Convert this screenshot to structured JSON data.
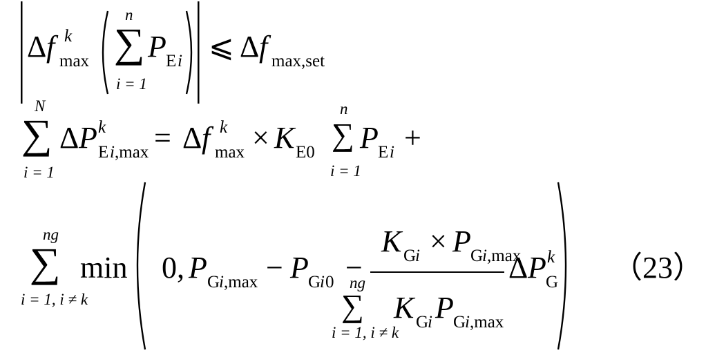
{
  "equation_number": "（23）",
  "line1": {
    "delta": "Δ",
    "f": "f",
    "sup_k": "k",
    "sub_max": "max",
    "sum_top": "n",
    "sum_sym": "∑",
    "sum_bottom": "i = 1",
    "P": "P",
    "sub_Ei_E": "E",
    "sub_Ei_i": "i",
    "leq": "⩽",
    "rhs_delta": "Δ",
    "rhs_f": "f",
    "rhs_sub": "max,set"
  },
  "line2": {
    "sum_top": "N",
    "sum_sym": "∑",
    "sum_bottom": "i = 1",
    "delta": "Δ",
    "P": "P",
    "sup_k": "k",
    "sub_E": "E",
    "sub_i": "i",
    "sub_rest": ",max",
    "eq": "=",
    "rhs_delta": "Δ",
    "rhs_f": "f",
    "rhs_sup": "k",
    "rhs_sub": "max",
    "times": "×",
    "K": "K",
    "K_sub": "E0",
    "sum2_top": "n",
    "sum2_sym": "∑",
    "sum2_bottom": "i = 1",
    "P2": "P",
    "P2_sub_E": "E",
    "P2_sub_i": "i",
    "plus": "+"
  },
  "line3": {
    "sum_top": "ng",
    "sum_sym": "∑",
    "sum_bottom": "i = 1, i ≠ k",
    "min": "min",
    "zero": "0,",
    "P1": "P",
    "P1_sub_G": "G",
    "P1_sub_i": "i",
    "P1_sub_rest": ",max",
    "minus1": "−",
    "P2": "P",
    "P2_sub_G": "G",
    "P2_sub_i": "i",
    "P2_sub_0": "0",
    "minus2": "−",
    "num_K": "K",
    "num_K_sub_G": "G",
    "num_K_sub_i": "i",
    "num_times": "×",
    "num_P": "P",
    "num_P_sub_G": "G",
    "num_P_sub_i": "i",
    "num_P_sub_rest": ",max",
    "den_sum_top": "ng",
    "den_sum_sym": "∑",
    "den_sum_bottom": "i = 1, i ≠ k",
    "den_K": "K",
    "den_K_sub_G": "G",
    "den_K_sub_i": "i",
    "den_P": "P",
    "den_P_sub_G": "G",
    "den_P_sub_i": "i",
    "den_P_sub_rest": ",max",
    "delta": "Δ",
    "dP": "P",
    "dP_sup": "k",
    "dP_sub": "G"
  }
}
